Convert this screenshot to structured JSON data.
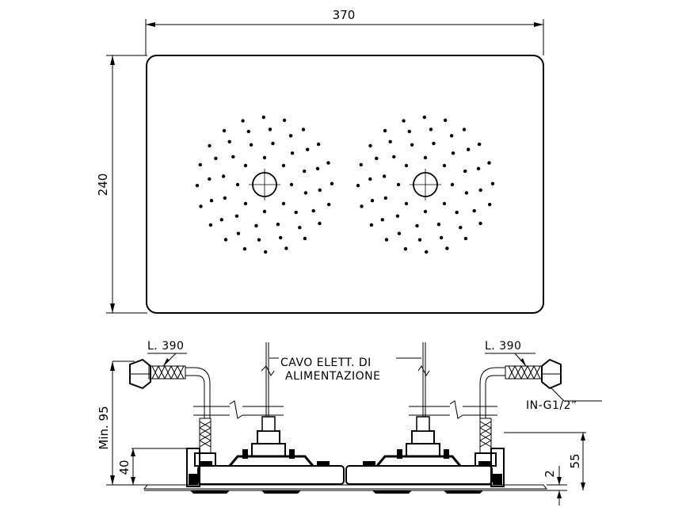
{
  "plan_view": {
    "width_label": "370",
    "height_label": "240",
    "nozzle_groups": 2
  },
  "section_view": {
    "hose_left_label": "L. 390",
    "hose_right_label": "L. 390",
    "cable_label_line1": "CAVO ELETT. DI",
    "cable_label_line2": "ALIMENTAZIONE",
    "inlet_label": "IN-G1/2”",
    "min_height_label": "Min. 95",
    "left_height_label": "40",
    "right_height_label": "55",
    "plate_thickness_label": "2"
  }
}
